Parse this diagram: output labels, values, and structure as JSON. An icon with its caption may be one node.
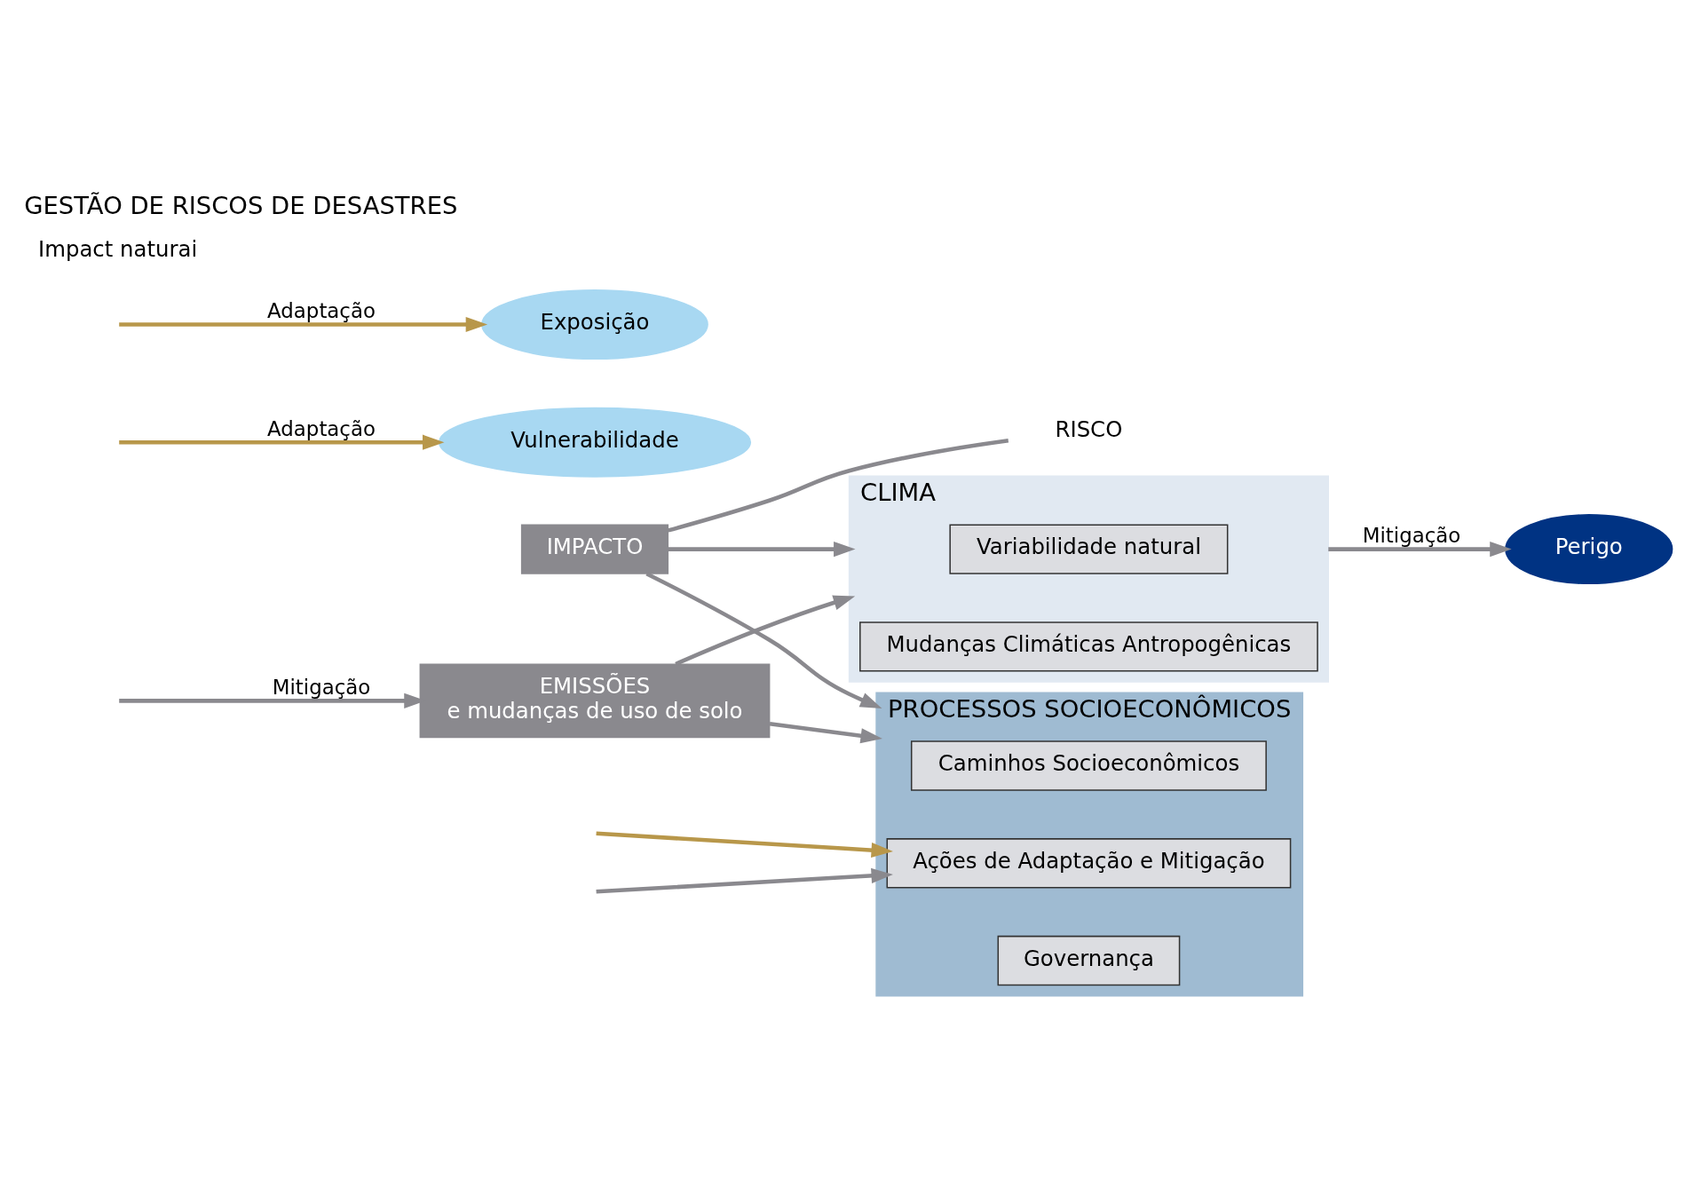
{
  "diagram": {
    "title": "GESTÃO DE RISCOS DE DESASTRES",
    "nodes": [
      {
        "text": [
          "IMPACTO"
        ]
      },
      {
        "text": [
          "CLIMA"
        ]
      },
      {
        "text": [
          "Variabilidade natural"
        ],
        "in": 1
      },
      {
        "text": [
          "Mudanças Climáticas Antropogênicas"
        ],
        "in": 1
      },
      {
        "text": [
          "RISCO"
        ]
      },
      {
        "text": [
          "Perigo"
        ]
      },
      {
        "text": [
          "Vulnerabilidade"
        ]
      },
      {
        "text": [
          "Exposição"
        ]
      },
      {
        "text": [
          "PROCESSOS SOCIOECONÔMICOS"
        ]
      },
      {
        "text": [
          "Caminhos Socioeconômicos"
        ],
        "in": 8
      },
      {
        "text": [
          "Ações de Adaptação e Mitigação"
        ],
        "in": 8
      },
      {
        "text": [
          "Governança"
        ],
        "in": 8
      },
      {
        "text": [
          "EMISSÕES",
          "e mudanças de uso de solo"
        ]
      }
    ],
    "edges": [
      {
        "from": 0,
        "to": 1,
        "arrow": "to"
      },
      {
        "from": 0,
        "to": 8,
        "arrow": "to"
      },
      {
        "from": 0,
        "to": 4,
        "arrow": "none"
      },
      {
        "from": 1,
        "to": 5,
        "label": "Mitigação",
        "arrow": "to"
      },
      {
        "from": null,
        "to": 6,
        "label": "Adaptação",
        "arrow": "to",
        "color": "#b8974a"
      },
      {
        "from": null,
        "to": 7,
        "label": "Adaptação",
        "arrow": "to",
        "color": "#b8974a"
      },
      {
        "from": null,
        "to": 10,
        "arrow": "to",
        "color": "#b8974a"
      },
      {
        "from": null,
        "to": 10,
        "arrow": "to"
      },
      {
        "from": 12,
        "to": 1,
        "arrow": "to"
      },
      {
        "from": 12,
        "to": 8,
        "arrow": "to"
      },
      {
        "from": null,
        "to": 12,
        "label": "Mitigação",
        "arrow": "to"
      }
    ],
    "labels": [
      "Impact naturai"
    ]
  }
}
